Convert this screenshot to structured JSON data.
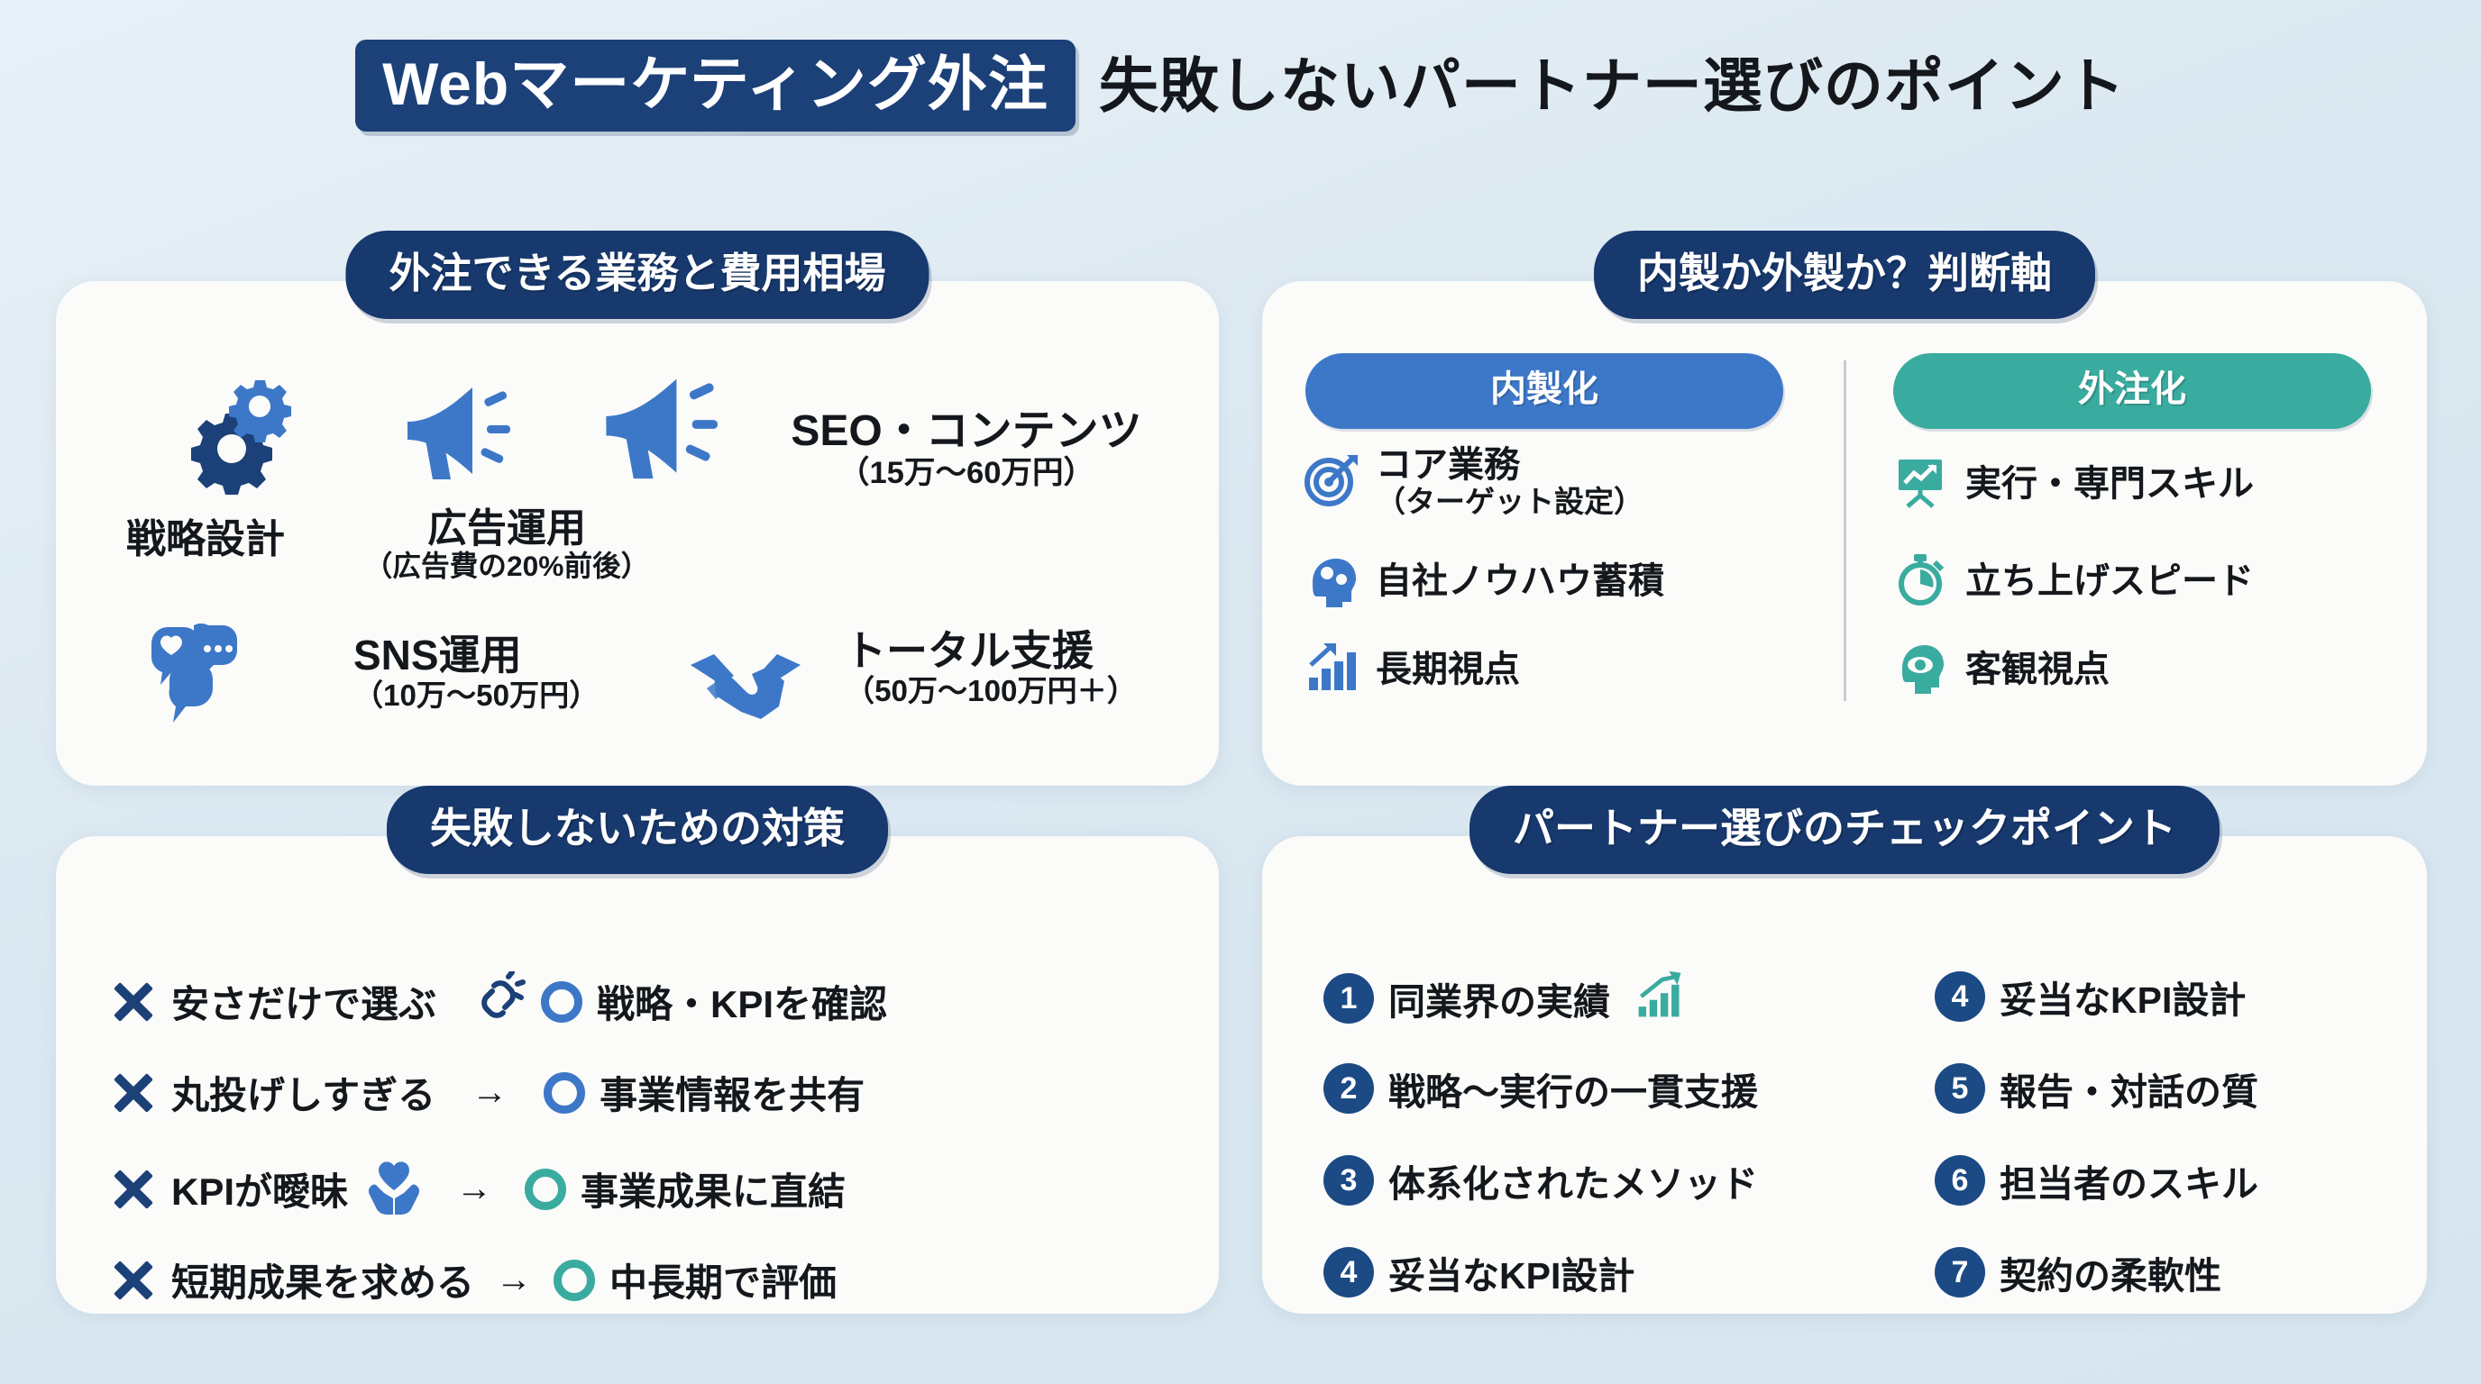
{
  "header": {
    "badge": "Webマーケティング外注",
    "rest": "失敗しないパートナー選びのポイント"
  },
  "colors": {
    "navy": "#17396e",
    "badge_navy": "#1c4078",
    "blue": "#3d78c8",
    "teal": "#3aab9f",
    "card_bg": "#fbfbfa",
    "page_bg": "#dbe8f1",
    "text": "#14181c"
  },
  "card_services": {
    "title": "外注できる業務と費用相場",
    "items": [
      {
        "label": "戦略設計",
        "price": "",
        "icon": "gears-icon"
      },
      {
        "label": "広告運用",
        "price": "（広告費の20%前後）",
        "icon": "megaphone-icon"
      },
      {
        "label": "SEO・コンテンツ",
        "price": "（15万〜60万円）",
        "icon": "megaphone-icon"
      },
      {
        "label": "SNS運用",
        "price": "（10万〜50万円）",
        "icon": "chat-bubbles-icon"
      },
      {
        "label": "トータル支援",
        "price": "（50万〜100万円＋）",
        "icon": "handshake-icon"
      }
    ]
  },
  "card_decision": {
    "title": "内製か外製か？判断軸",
    "inhouse": {
      "pill": "内製化",
      "items": [
        {
          "label": "コア業務",
          "sub": "（ターゲット設定）",
          "icon": "target-icon"
        },
        {
          "label": "自社ノウハウ蓄積",
          "sub": "",
          "icon": "head-gears-icon"
        },
        {
          "label": "長期視点",
          "sub": "",
          "icon": "bar-chart-up-icon"
        }
      ]
    },
    "outsource": {
      "pill": "外注化",
      "items": [
        {
          "label": "実行・専門スキル",
          "sub": "",
          "icon": "presentation-chart-icon"
        },
        {
          "label": "立ち上げスピード",
          "sub": "",
          "icon": "stopwatch-icon"
        },
        {
          "label": "客観視点",
          "sub": "",
          "icon": "head-eye-icon"
        }
      ]
    }
  },
  "card_measures": {
    "title": "失敗しないための対策",
    "rows": [
      {
        "bad": "安さだけで選ぶ",
        "arrow": "",
        "good": "戦略・KPIを確認",
        "circle_color": "blue",
        "mid_icon": "broken-link-icon"
      },
      {
        "bad": "丸投げしすぎる",
        "arrow": "→",
        "good": "事業情報を共有",
        "circle_color": "blue",
        "mid_icon": ""
      },
      {
        "bad": "KPIが曖昧",
        "arrow": "→",
        "good": "事業成果に直結",
        "circle_color": "teal",
        "mid_icon": "heart-hands-icon"
      },
      {
        "bad": "短期成果を求める",
        "arrow": "→",
        "good": "中長期で評価",
        "circle_color": "teal",
        "mid_icon": ""
      }
    ]
  },
  "card_checklist": {
    "title": "パートナー選びのチェックポイント",
    "left_items": [
      {
        "num": "1",
        "label": "同業界の実績",
        "icon": "bar-chart-up-icon"
      },
      {
        "num": "2",
        "label": "戦略〜実行の一貫支援",
        "icon": ""
      },
      {
        "num": "3",
        "label": "体系化されたメソッド",
        "icon": ""
      },
      {
        "num": "4",
        "label": "妥当なKPI設計",
        "icon": ""
      }
    ],
    "right_items": [
      {
        "num": "4",
        "label": "妥当なKPI設計",
        "icon": ""
      },
      {
        "num": "5",
        "label": "報告・対話の質",
        "icon": ""
      },
      {
        "num": "6",
        "label": "担当者のスキル",
        "icon": ""
      },
      {
        "num": "7",
        "label": "契約の柔軟性",
        "icon": ""
      }
    ]
  }
}
